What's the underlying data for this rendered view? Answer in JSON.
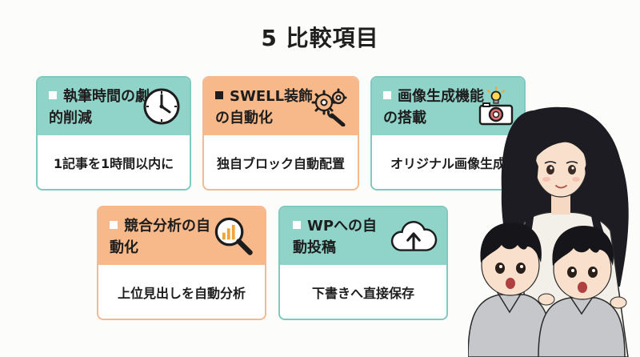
{
  "title": "5 比較項目",
  "cards": [
    {
      "head": "執筆時間の劇的削減",
      "body": "1記事を1時間以内に",
      "icon": "clock-icon",
      "theme": "teal"
    },
    {
      "head": "SWELL装飾の自動化",
      "body": "独自ブロック自動配置",
      "icon": "gears-wrench-icon",
      "theme": "orange"
    },
    {
      "head": "画像生成機能の搭載",
      "body": "オリジナル画像生成",
      "icon": "camera-bulb-icon",
      "theme": "teal"
    },
    {
      "head": "競合分析の自動化",
      "body": "上位見出しを自動分析",
      "icon": "magnifier-chart-icon",
      "theme": "orange"
    },
    {
      "head": "WPへの自動投稿",
      "body": "下書きへ直接保存",
      "icon": "cloud-upload-icon",
      "theme": "teal"
    }
  ],
  "illustration": "woman-and-two-boys-illustration",
  "colors": {
    "teal": "#8fd3c9",
    "orange": "#f8b98a",
    "background": "#fcfcfa"
  }
}
